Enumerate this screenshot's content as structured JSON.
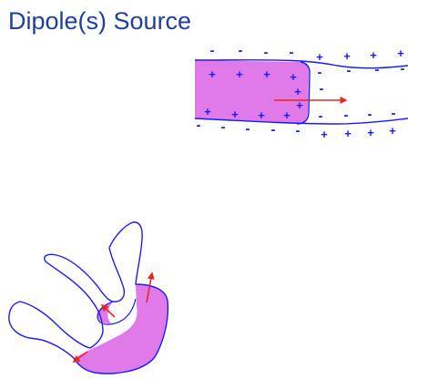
{
  "slide": {
    "title": "Dipole(s) Source"
  },
  "symbols": {
    "positive": "+",
    "negative": "-"
  },
  "colors": {
    "title": "#1f3f9f",
    "outline": "#1a1aff",
    "depolarized_fill": "#e07ae8",
    "dipole_arrow": "#e8261c",
    "charge_sign": "#1a1aff"
  },
  "diagram": {
    "fiber": {
      "left_region": "depolarized",
      "right_region": "resting",
      "inside_left": "positive",
      "outside_left": "negative",
      "wavefront": "positive",
      "wavefront_outer": "negative",
      "inside_right": "negative",
      "outside_right": "positive"
    },
    "heart": {
      "depolarized_region": "apex",
      "dipole_arrows": 3
    }
  }
}
